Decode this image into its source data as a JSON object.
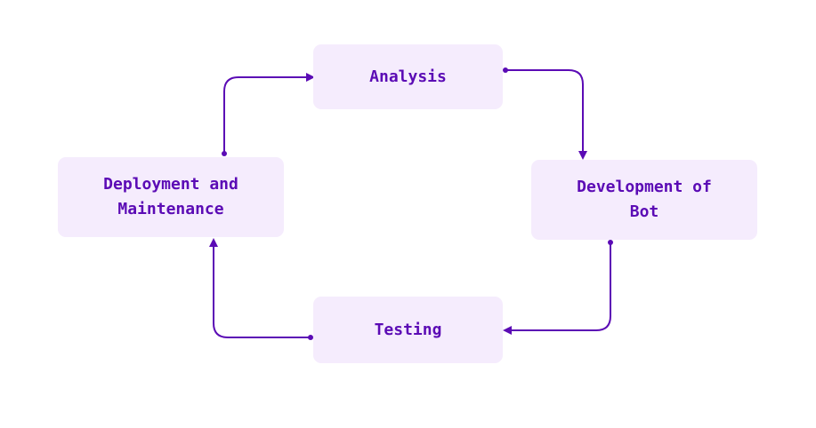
{
  "nodes": {
    "analysis": "Analysis",
    "development": "Development of Bot",
    "testing": "Testing",
    "deployment": "Deployment and Maintenance"
  },
  "colors": {
    "accent": "#5b0bb5",
    "box_fill": "#f5ecfd"
  }
}
